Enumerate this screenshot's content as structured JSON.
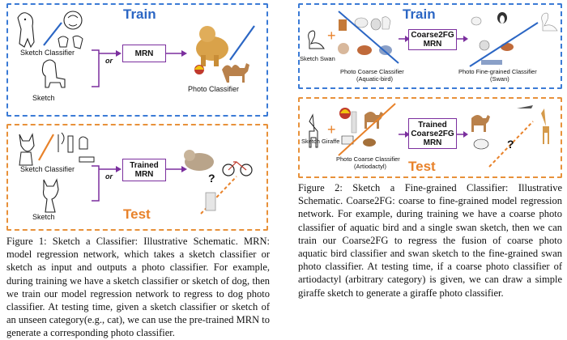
{
  "fig1": {
    "train_title": "Train",
    "test_title": "Test",
    "train_sketch_classifier": "Sketch Classifier",
    "train_sketch": "Sketch",
    "train_or": "or",
    "train_box": "MRN",
    "train_output": "Photo Classifier",
    "test_sketch_classifier": "Sketch Classifier",
    "test_sketch": "Sketch",
    "test_or": "or",
    "test_box_line1": "Trained",
    "test_box_line2": "MRN",
    "test_question": "?",
    "caption": "Figure 1: Sketch a Classifier: Illustrative Schematic. MRN: model regression network, which takes a sketch classifier or sketch as input and outputs a photo classifier. For example, during training we have a sketch classifier or sketch of dog, then we train our model regression network to regress to dog photo classifier. At testing time, given a sketch classifier or sketch of an unseen category(e.g., cat), we can use the pre-trained MRN to generate a corresponding photo classifier."
  },
  "fig2": {
    "train_title": "Train",
    "test_title": "Test",
    "train_plus": "+",
    "train_sketch_label": "Sketch Swan",
    "train_coarse_line1": "Photo Coarse Classifier",
    "train_coarse_line2": "(Aquatic-bird)",
    "train_box_line1": "Coarse2FG",
    "train_box_line2": "MRN",
    "train_fine_label": "Photo Fine-grained Classifier",
    "train_fine_line2": "(Swan)",
    "test_plus": "+",
    "test_sketch_label": "Sketch Giraffe",
    "test_coarse_line1": "Photo Coarse Classifier",
    "test_coarse_line2": "(Artiodactyl)",
    "test_box_line1": "Trained",
    "test_box_line2": "Coarse2FG",
    "test_box_line3": "MRN",
    "test_question": "?",
    "caption": "Figure 2: Sketch a Fine-grained Classifier: Illustrative Schematic. Coarse2FG: coarse to fine-grained model regression network. For example, during training we have a coarse photo classifier of aquatic bird and a single swan sketch, then we can train our Coarse2FG to regress the fusion of coarse photo aquatic bird classifier and swan sketch to the fine-grained swan photo classifier. At testing time, if a coarse photo classifier of artiodactyl (arbitrary category) is given, we can draw a simple giraffe sketch to generate a giraffe photo classifier."
  }
}
